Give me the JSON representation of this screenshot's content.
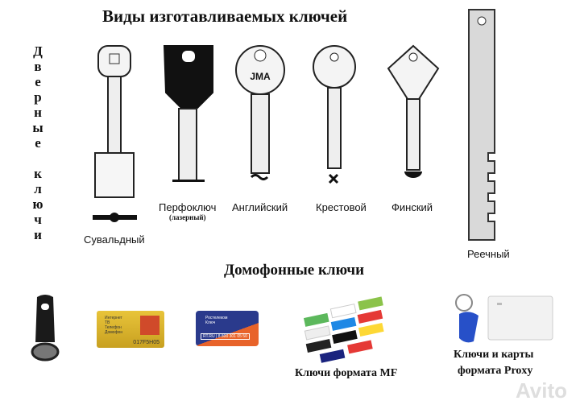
{
  "title": "Виды изготавливаемых ключей",
  "door_keys_label": "Дверные ключи",
  "door_keys_letters": [
    "Д",
    "в",
    "е",
    "р",
    "н",
    "ы",
    "е",
    "",
    "к",
    "л",
    "ю",
    "ч",
    "и"
  ],
  "keys": [
    {
      "label": "Сувальдный"
    },
    {
      "label": "Перфоключ",
      "sublabel": "(лазерный)"
    },
    {
      "label": "Английский",
      "logo": "JMA"
    },
    {
      "label": "Крестовой"
    },
    {
      "label": "Финский"
    },
    {
      "label": "Реечный"
    }
  ],
  "intercom_title": "Домофонные ключи",
  "intercom": {
    "yellow_tag": {
      "lines": [
        "Интернет",
        "ТВ",
        "Телефон",
        "Домофон"
      ],
      "code": "017F5H05"
    },
    "blue_tag": {
      "brand": "Ростелеком",
      "sub": "Ключ",
      "phone": "RT.RU | 8 800 301 05 50"
    },
    "mf_label": "Ключи формата MF",
    "proxy_label_1": "Ключи и карты",
    "proxy_label_2": "формата Proxy"
  },
  "watermark": "Avito"
}
